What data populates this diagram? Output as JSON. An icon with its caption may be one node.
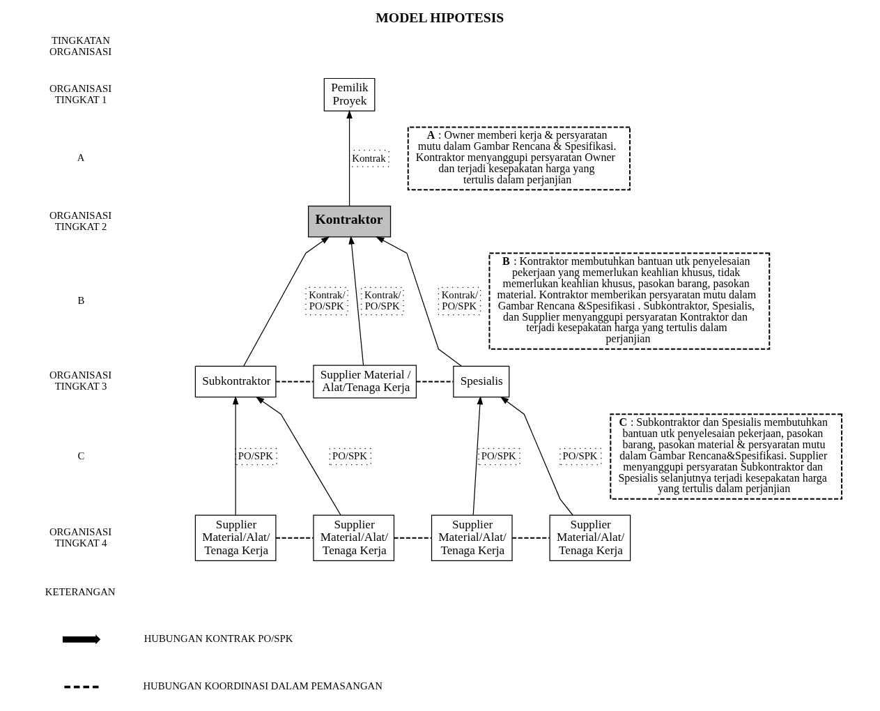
{
  "diagram": {
    "title": "MODEL HIPOTESIS",
    "nodes": [
      {
        "text": [
          "Pemilik Proyek"
        ]
      },
      {
        "text": [
          "**A** : Owner memberi kerja & persyaratan mutu dalam Gambar Rencana & Spesifikasi. Kontraktor menyanggupi persyaratan Owner dan terjadi kesepakatan harga yang tertulis dalam perjanjian"
        ]
      },
      {
        "text": [
          "Kontraktor"
        ]
      },
      {
        "text": [
          "**B** : Kontraktor membutuhkan bantuan utk penyelesaian pekerjaan yang memerlukan keahlian khusus, tidak memerlukan keahlian khusus, pasokan barang, pasokan material. Kontraktor memberikan persyaratan mutu dalam Gambar Rencana &Spesifikasi . Subkontraktor, Spesialis, dan Supplier menyanggupi persyaratan Kontraktor dan terjadi kesepakatan harga yang tertulis dalam perjanjian"
        ]
      },
      {
        "text": [
          "Subkontraktor"
        ]
      },
      {
        "text": [
          "Supplier Material / Alat/Tenaga Kerja"
        ]
      },
      {
        "text": [
          "Spesialis"
        ]
      },
      {
        "text": [
          "**C** : Subkontraktor dan Spesialis membutuhkan bantuan utk penyelesaian pekerjaan, pasokan barang, pasokan material & persyaratan mutu dalam Gambar Rencana&Spesifikasi. Supplier menyanggupi persyaratan Subkontraktor dan Spesialis selanjutnya terjadi kesepakatan harga yang tertulis dalam perjanjian"
        ]
      },
      {
        "text": [
          "Supplier Material/Alat/ Tenaga Kerja"
        ]
      },
      {
        "text": [
          "Supplier Material/Alat/ Tenaga Kerja"
        ]
      },
      {
        "text": [
          "Supplier Material/Alat/ Tenaga Kerja"
        ]
      },
      {
        "text": [
          "Supplier Material/Alat/ Tenaga Kerja"
        ]
      }
    ],
    "edges": [
      {
        "from": 2,
        "to": 0,
        "arrow": "to",
        "label": "Kontrak"
      },
      {
        "from": 4,
        "to": 2,
        "arrow": "to",
        "label": "Kontrak/ PO/SPK"
      },
      {
        "from": 5,
        "to": 2,
        "arrow": "to",
        "label": "Kontrak/ PO/SPK"
      },
      {
        "from": 6,
        "to": 2,
        "arrow": "to",
        "label": "Kontrak/ PO/SPK"
      },
      {
        "from": 8,
        "to": 4,
        "arrow": "to",
        "label": "PO/SPK"
      },
      {
        "from": 9,
        "to": 4,
        "arrow": "to",
        "label": "PO/SPK"
      },
      {
        "from": 10,
        "to": 6,
        "arrow": "to",
        "label": "PO/SPK"
      },
      {
        "from": 11,
        "to": 6,
        "arrow": "to",
        "label": "PO/SPK"
      },
      {
        "from": 4,
        "to": 5,
        "arrow": "none",
        "style": "dashed"
      },
      {
        "from": 5,
        "to": 6,
        "arrow": "none",
        "style": "dashed"
      },
      {
        "from": 8,
        "to": 9,
        "arrow": "none",
        "style": "dashed"
      },
      {
        "from": 9,
        "to": 10,
        "arrow": "none",
        "style": "dashed"
      },
      {
        "from": 10,
        "to": 11,
        "arrow": "none",
        "style": "dashed"
      }
    ],
    "labels": [
      "TINGKATAN ORGANISASI",
      "ORGANISASI TINGKAT 1",
      "A",
      "ORGANISASI TINGKAT 2",
      "B",
      "ORGANISASI TINGKAT 3",
      "C",
      "ORGANISASI TINGKAT 4",
      "KETERANGAN"
    ],
    "legend": [
      {
        "text": "HUBUNGAN KONTRAK PO/SPK"
      },
      {
        "text": "HUBUNGAN KOORDINASI DALAM PEMASANGAN"
      }
    ]
  }
}
